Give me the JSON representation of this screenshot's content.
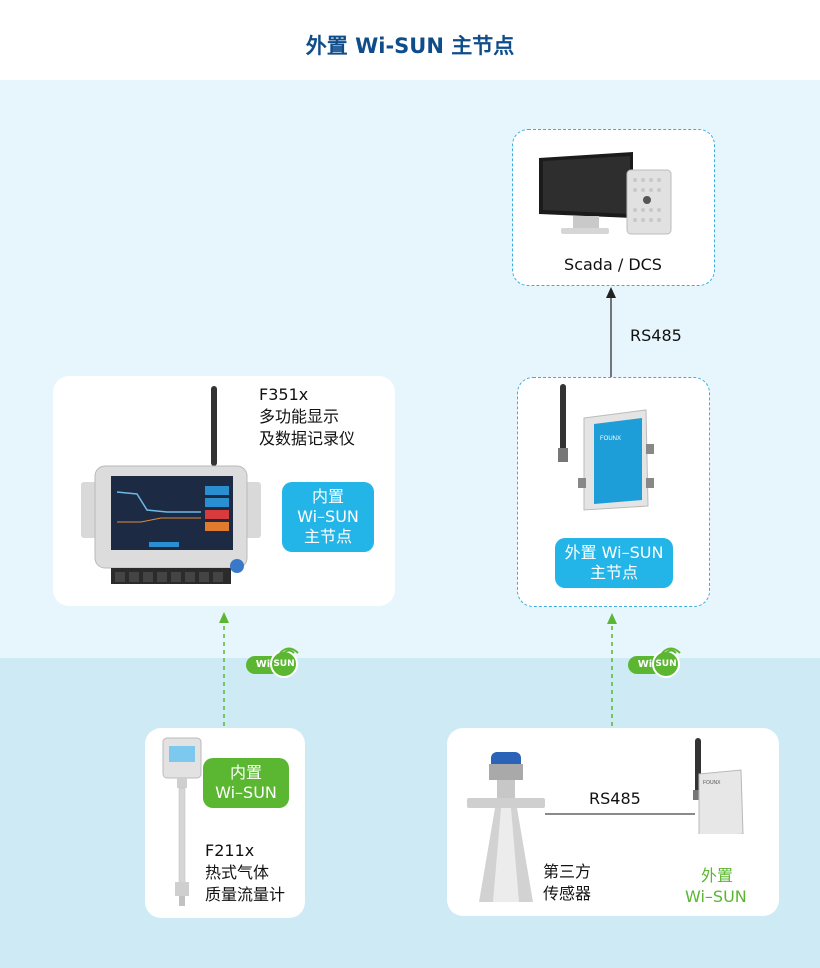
{
  "header": {
    "title": "外置 Wi-SUN 主节点"
  },
  "scada": {
    "label": "Scada / DCS"
  },
  "rs485_top": {
    "label": "RS485"
  },
  "ext_master": {
    "badge_line1": "外置 Wi–SUN",
    "badge_line2": "主节点"
  },
  "f351": {
    "title": "F351x",
    "line2": "多功能显示",
    "line3": "及数据记录仪",
    "badge_line1": "内置",
    "badge_line2": "Wi–SUN",
    "badge_line3": "主节点"
  },
  "f211": {
    "badge_line1": "内置",
    "badge_line2": "Wi–SUN",
    "title": "F211x",
    "line2": "热式气体",
    "line3": "质量流量计"
  },
  "third_party": {
    "rs485": "RS485",
    "sensor_line1": "第三方",
    "sensor_line2": "传感器",
    "ext_line1": "外置",
    "ext_line2": "Wi–SUN"
  },
  "wisun_logo": {
    "left": "Wi",
    "right": "SUN"
  },
  "colors": {
    "title": "#0f4c8a",
    "accent_blue": "#23b4e8",
    "accent_green": "#5bb632",
    "dash_border": "#3aaee0"
  }
}
